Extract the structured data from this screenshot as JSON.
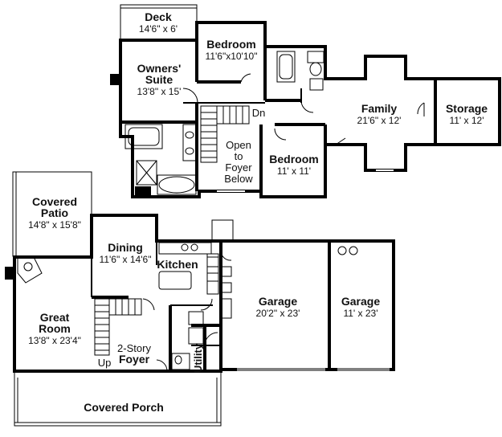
{
  "rooms": {
    "deck": {
      "name": "Deck",
      "size": "14'6\" x 6'"
    },
    "bedroom_upper": {
      "name": "Bedroom",
      "size": "11'6\"x10'10\""
    },
    "owners_suite": {
      "name1": "Owners'",
      "name2": "Suite",
      "size": "13'8\" x 15'"
    },
    "dn": {
      "name": "Dn"
    },
    "open_foyer": {
      "line1": "Open",
      "line2": "to",
      "line3": "Foyer",
      "line4": "Below"
    },
    "bedroom_mid": {
      "name": "Bedroom",
      "size": "11' x 11'"
    },
    "family": {
      "name": "Family",
      "size": "21'6\" x 12'"
    },
    "storage": {
      "name": "Storage",
      "size": "11' x 12'"
    },
    "covered_patio": {
      "name1": "Covered",
      "name2": "Patio",
      "size": "14'8\" x 15'8\""
    },
    "dining": {
      "name": "Dining",
      "size": "11'6\" x 14'6\""
    },
    "kitchen": {
      "name": "Kitchen"
    },
    "garage_main": {
      "name": "Garage",
      "size": "20'2\" x 23'"
    },
    "garage_small": {
      "name": "Garage",
      "size": "11' x 23'"
    },
    "great_room": {
      "name1": "Great",
      "name2": "Room",
      "size": "13'8\" x 23'4\""
    },
    "foyer": {
      "name1": "2-Story",
      "name2": "Foyer"
    },
    "up": {
      "name": "Up"
    },
    "utility": {
      "name": "Utility"
    },
    "covered_porch": {
      "name": "Covered Porch"
    }
  }
}
